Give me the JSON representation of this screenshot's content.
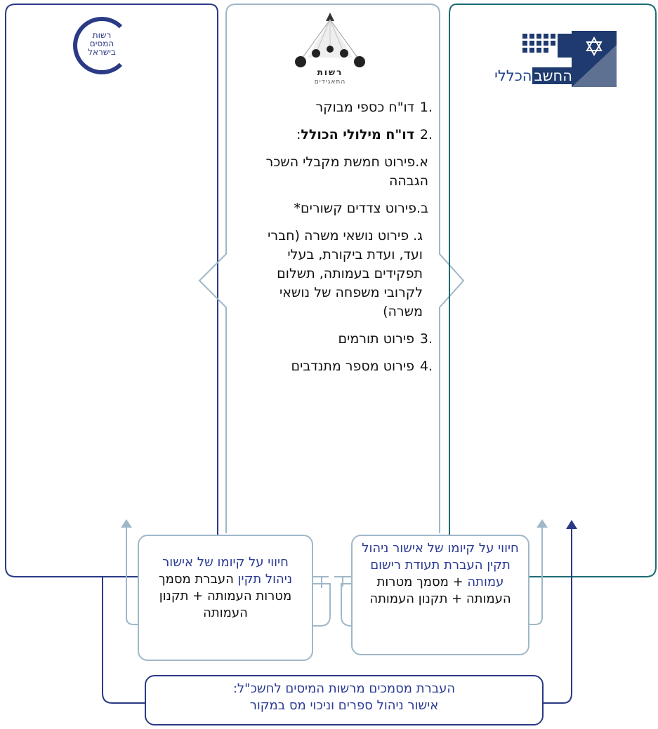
{
  "logos": {
    "tax_authority": {
      "icon": "tax-authority-logo",
      "lines": [
        "רשות",
        "המסים",
        "בישראל"
      ]
    },
    "associations": {
      "icon": "associations-registrar-logo",
      "title": "רשות",
      "subtitle": "התאגידים"
    },
    "accountant_general": {
      "icon": "accountant-general-logo",
      "text_part1": "החשב",
      "text_part2": "הכללי"
    }
  },
  "list": {
    "item1": {
      "num": ".1",
      "text": "דו\"ח כספי מבוקר"
    },
    "item2": {
      "num": ".2",
      "text_bold": "דו\"ח מילולי הכולל",
      "suffix": ":"
    },
    "sub_a": "א.פירוט חמשת מקבלי השכר הגבהה",
    "sub_b": "ב.פירוט צדדים קשורים*",
    "sub_c": "ג. פירוט נושאי משרה (חברי ועד, ועדת ביקורת, בעלי תפקידים בעמותה, תשלום לקרובי משפחה של נושאי משרה)",
    "item3": {
      "num": ".3",
      "text": "פירוט תורמים"
    },
    "item4": {
      "num": ".4",
      "text": "פירוט מספר מתנדבים"
    }
  },
  "box_left": {
    "blue": "חיווי על קיומו של אישור ניהול תקין",
    "black": "העברת מסמך מטרות העמותה + תקנון העמותה"
  },
  "box_right": {
    "blue": "חיווי על קיומו של אישור ניהול תקין העברת תעודת רישום עמותה",
    "black": "+ מסמך מטרות העמותה + תקנון העמותה"
  },
  "box_bottom": {
    "line1": "העברת מסמכים מרשות המיסים לחשכ\"ל:",
    "line2": "אישור ניהול ספרים וניכוי מס במקור"
  },
  "colors": {
    "navy": "#2a3a86",
    "light_blue": "#9fb8c9",
    "teal": "#1d6b73"
  }
}
